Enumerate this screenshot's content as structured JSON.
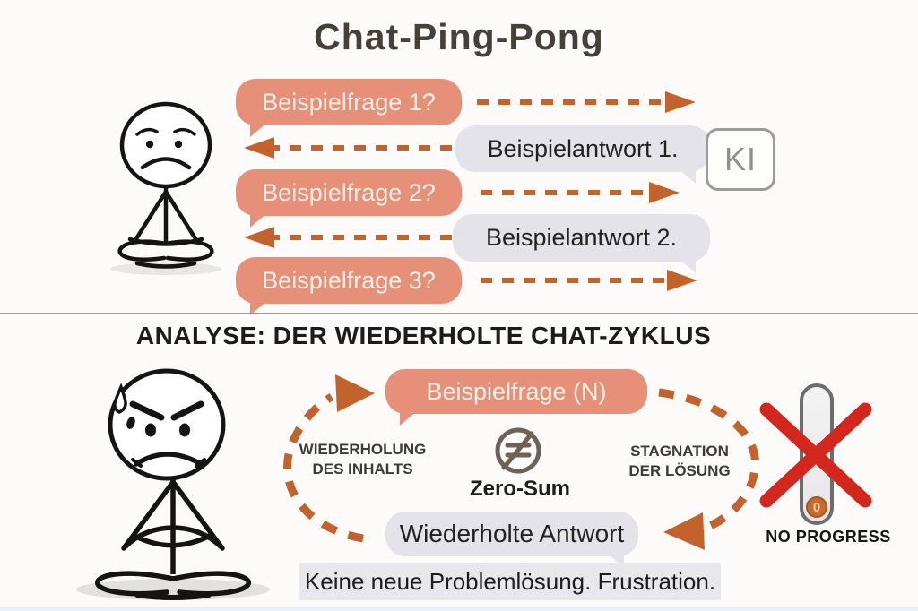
{
  "title": "Chat-Ping-Pong",
  "chat": {
    "questions": [
      "Beispielfrage 1?",
      "Beispielfrage 2?",
      "Beispielfrage 3?"
    ],
    "answers": [
      "Beispielantwort 1.",
      "Beispielantwort 2."
    ],
    "ai_label": "KI"
  },
  "analysis": {
    "heading": "ANALYSE: DER WIEDERHOLTE CHAT-ZYKLUS",
    "cycle": {
      "question_bubble": "Beispielfrage (N)",
      "answer_bubble": "Wiederholte Antwort",
      "left_label_line1": "WIEDERHOLUNG",
      "left_label_line2": "DES INHALTS",
      "right_label_line1": "STAGNATION",
      "right_label_line2": "DER LÖSUNG",
      "center_label": "Zero-Sum"
    },
    "progress": {
      "value": "0",
      "label": "NO PROGRESS"
    },
    "caption": "Keine neue Problemlösung. Frustration."
  },
  "colors": {
    "question_bubble": "#E6907A",
    "answer_bubble": "#E4E3E9",
    "arrow": "#C2632D",
    "x_mark": "#D3261D",
    "title_text": "#474039",
    "caption_bg": "#E8E7EB"
  }
}
